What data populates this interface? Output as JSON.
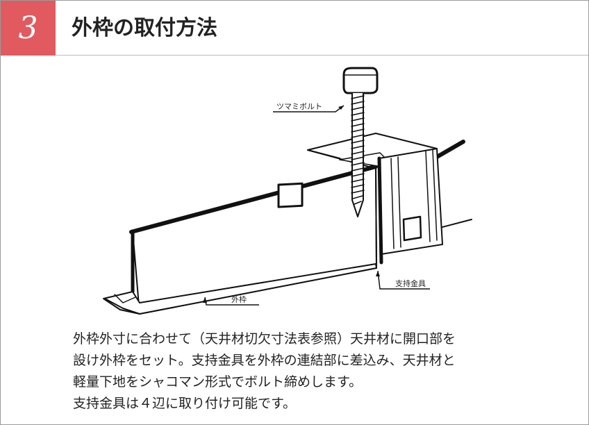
{
  "step": {
    "number": "3",
    "color": "#e15a5f"
  },
  "title": "外枠の取付方法",
  "diagram": {
    "labels": {
      "bolt": "ツマミボルト",
      "bracket": "支持金具",
      "frame": "外枠"
    }
  },
  "description": {
    "lines": [
      "外枠外寸に合わせて（天井材切欠寸法表参照）天井材に開口部を",
      "設け外枠をセット。支持金具を外枠の連結部に差込み、天井材と",
      "軽量下地をシャコマン形式でボルト締めします。",
      "支持金具は４辺に取り付け可能です。"
    ]
  }
}
